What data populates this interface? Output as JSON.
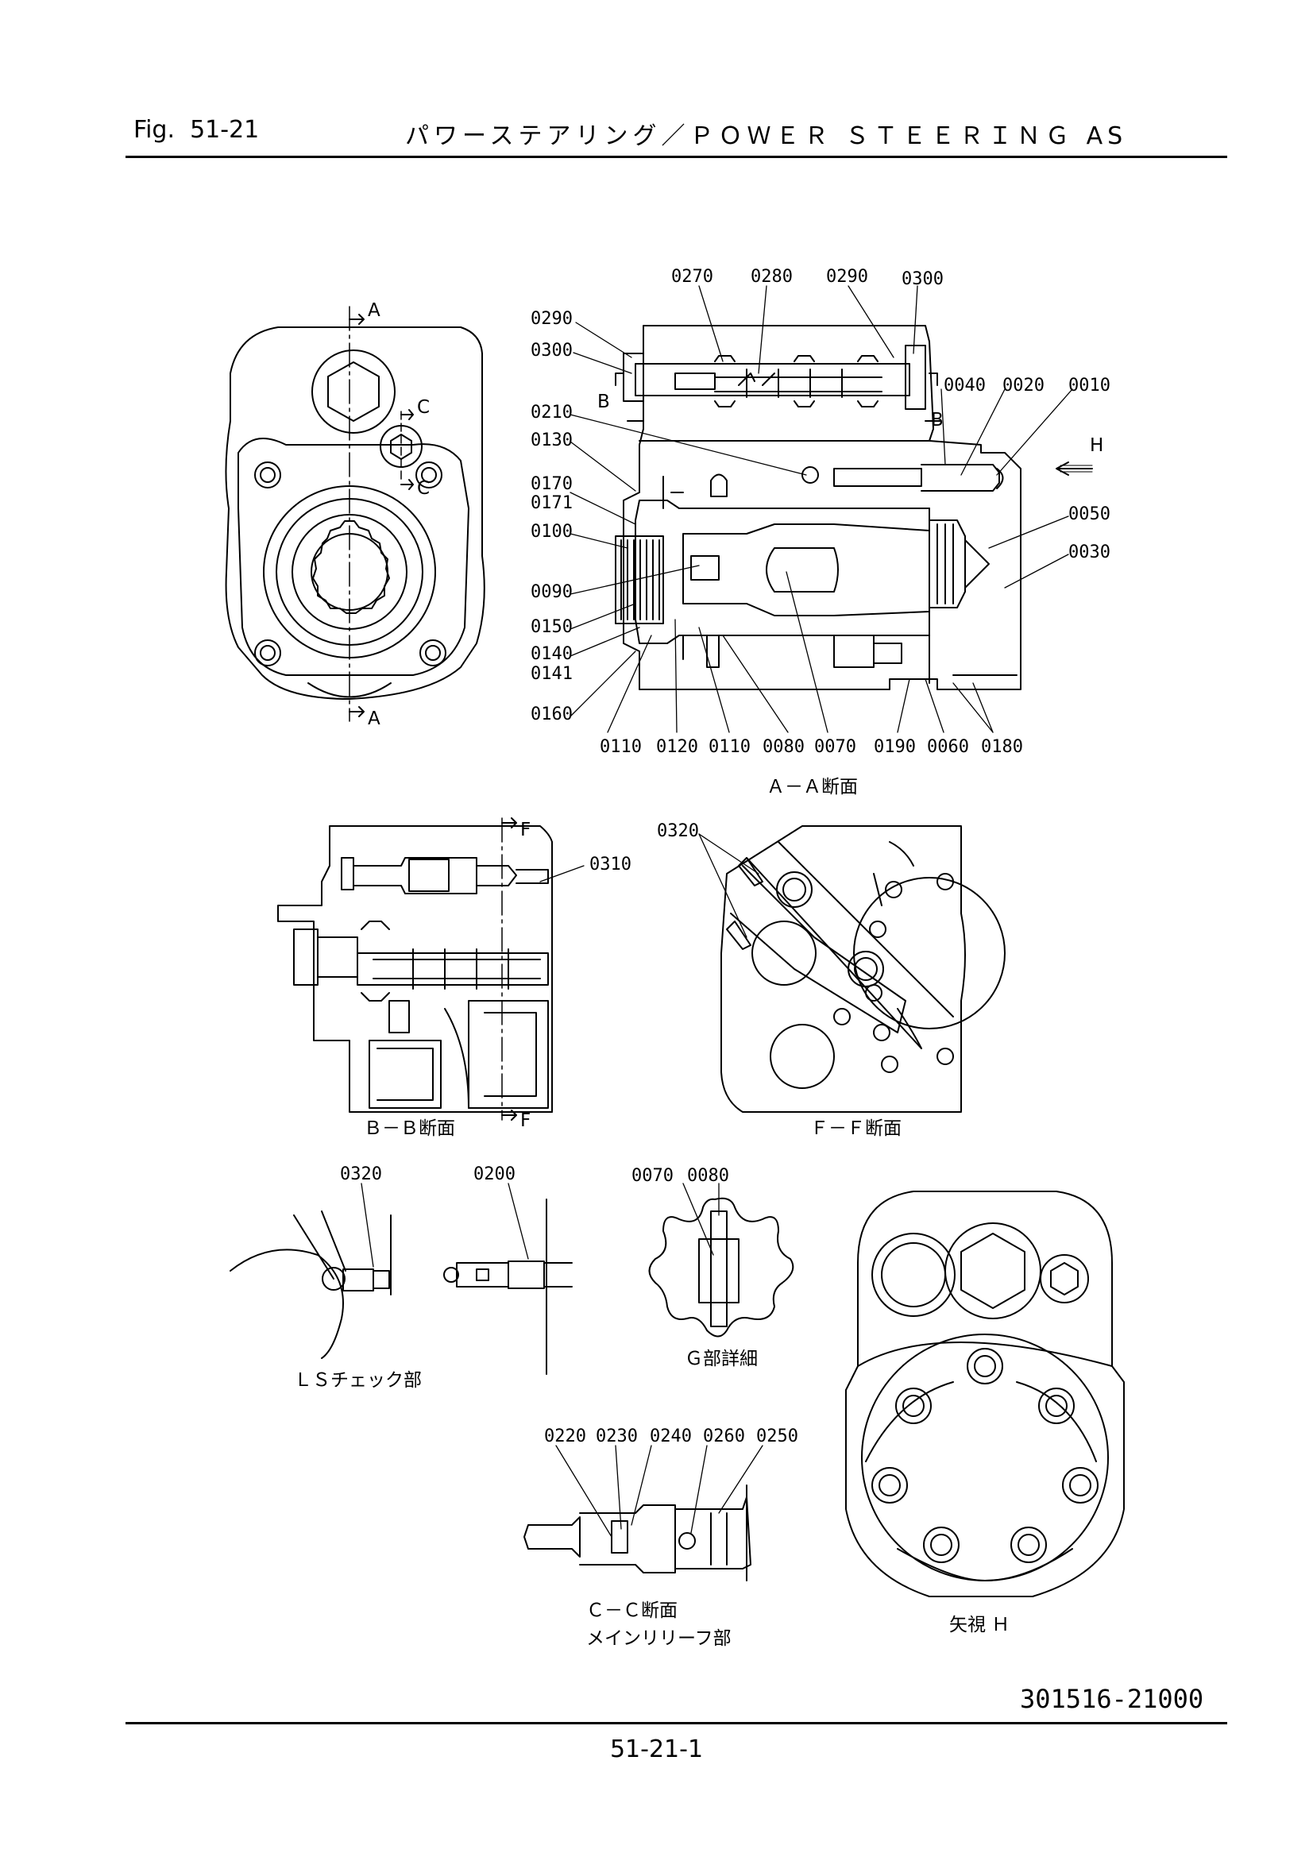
{
  "header": {
    "fig_label": "Fig.",
    "fig_number": "51-21",
    "title": "パワーステアリング／ＰＯＷＥＲ ＳＴＥＥＲＩＮＧ AS"
  },
  "views": {
    "front": {
      "section_marks": [
        "A",
        "C",
        "C",
        "A"
      ]
    },
    "section_aa": {
      "caption": "Ａ－Ａ断面",
      "marks": [
        "B",
        "B",
        "H"
      ],
      "labels": {
        "top": [
          "0270",
          "0280",
          "0290",
          "0300"
        ],
        "left": [
          "0290",
          "0300",
          "0210",
          "0130",
          "0170",
          "0171",
          "0100",
          "0090",
          "0150",
          "0140",
          "0141",
          "0160"
        ],
        "right": [
          "0040",
          "0020",
          "0010",
          "0050",
          "0030"
        ],
        "bottom": [
          "0110",
          "0120",
          "0110",
          "0080",
          "0070",
          "0190",
          "0060",
          "0180"
        ]
      }
    },
    "section_bb": {
      "caption": "Ｂ－Ｂ断面",
      "marks": [
        "F",
        "F"
      ],
      "labels": [
        "0310"
      ]
    },
    "section_ff": {
      "caption": "Ｆ－Ｆ断面",
      "labels": [
        "0320"
      ]
    },
    "ls_check": {
      "caption": "ＬＳチェック部",
      "labels": [
        "0320",
        "0200"
      ]
    },
    "detail_g": {
      "caption": "Ｇ部詳細",
      "labels": [
        "0070",
        "0080"
      ]
    },
    "section_cc": {
      "caption_1": "Ｃ－Ｃ断面",
      "caption_2": "メインリリーフ部",
      "labels": [
        "0220",
        "0230",
        "0240",
        "0260",
        "0250"
      ]
    },
    "view_h": {
      "caption": "矢視 Ｈ"
    }
  },
  "document_number": "301516-21000",
  "page_number": "51-21-1"
}
